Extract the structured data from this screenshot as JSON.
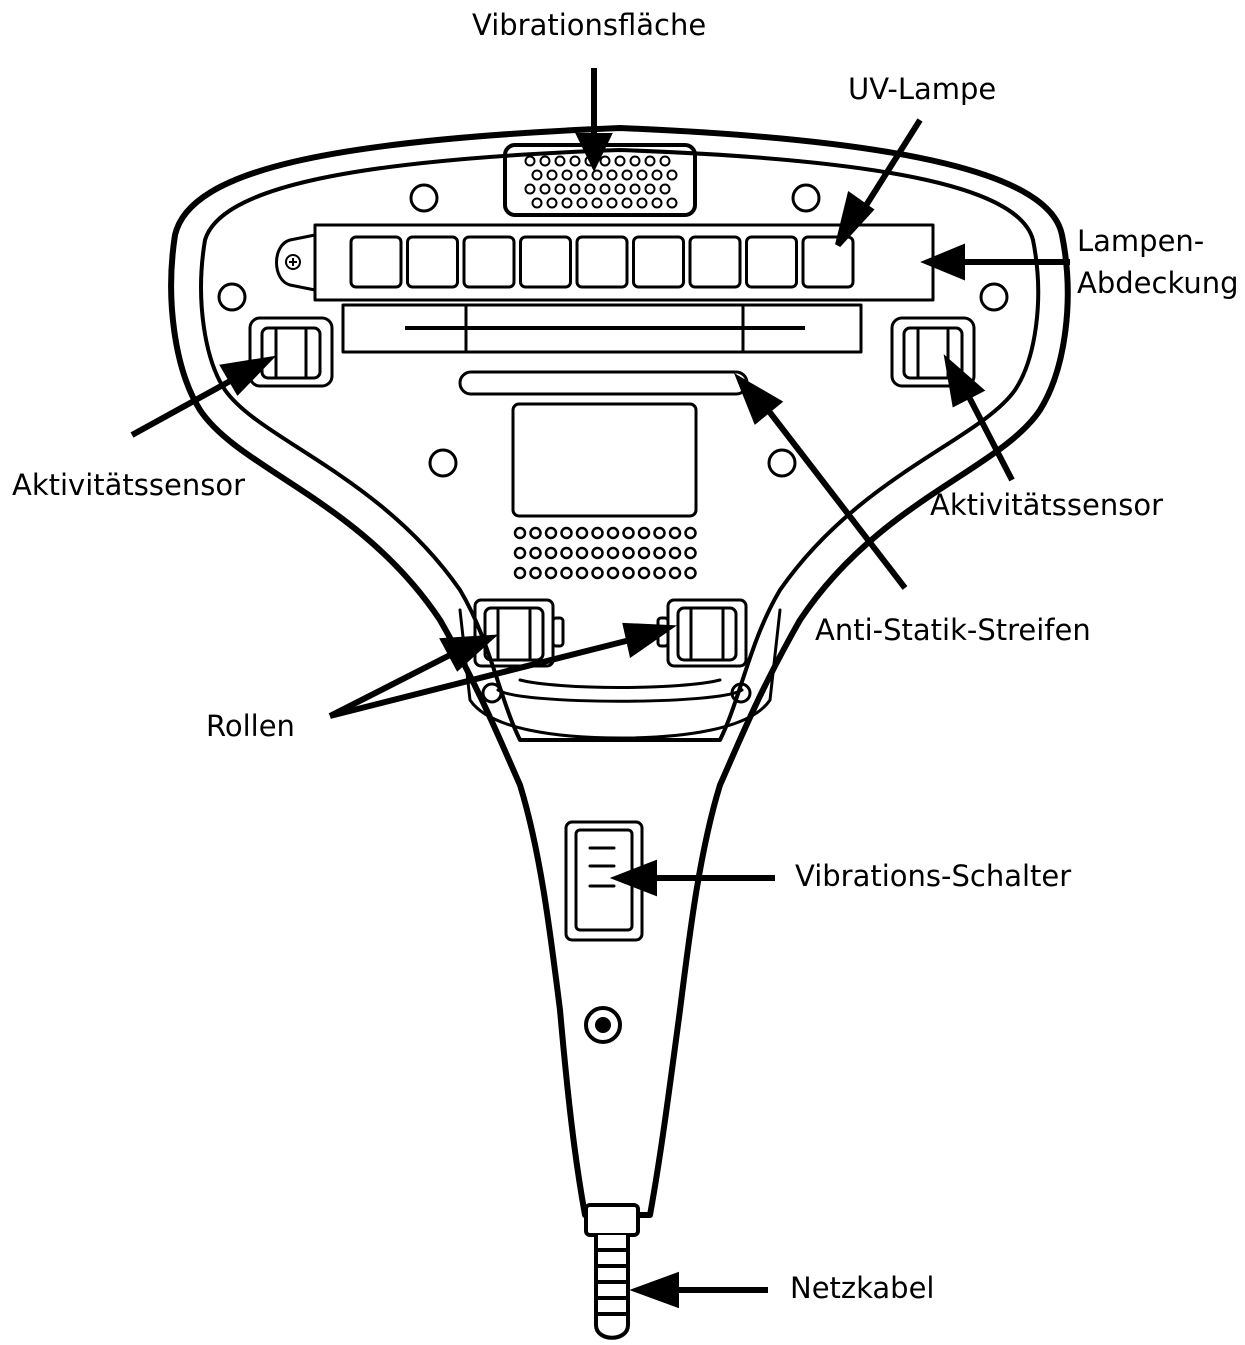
{
  "labels": {
    "vibration_surface": "Vibrationsfläche",
    "uv_lamp": "UV-Lampe",
    "lamp_cover_line1": "Lampen-",
    "lamp_cover_line2": "Abdeckung",
    "activity_sensor_left": "Aktivitätssensor",
    "activity_sensor_right": "Aktivitätssensor",
    "anti_static_strip": "Anti-Statik-Streifen",
    "rollers": "Rollen",
    "vibration_switch": "Vibrations-Schalter",
    "power_cable": "Netzkabel"
  },
  "colors": {
    "ink": "#000000",
    "paper": "#ffffff"
  }
}
